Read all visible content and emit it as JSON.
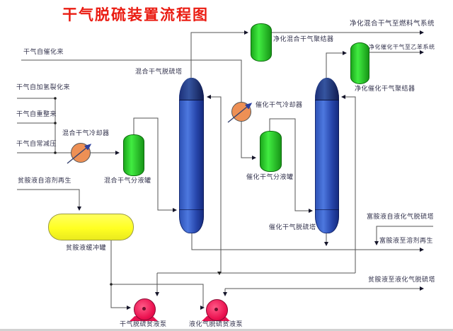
{
  "title": {
    "text": "干气脱硫装置流程图"
  },
  "colors": {
    "title_red": "#ea1c12",
    "line_gray": "#555555",
    "label_ink": "#33334d",
    "column_blue": "#2c50b4",
    "vessel_green": "#2bd42b",
    "drum_yellow": "#ffff33",
    "pump_magenta": "#ea0f4e",
    "cooler_orange": "#ee9055"
  },
  "inlet_streams": {
    "catalytic": {
      "label": "干气自催化来"
    },
    "hydrocracking": {
      "label": "干气自加氢裂化来"
    },
    "reforming": {
      "label": "干气自重整来"
    },
    "atm_vacuum": {
      "label": "干气自常减压"
    },
    "lean_amine_from_regen": {
      "label": "贫胺液自溶剂再生"
    },
    "rich_amine_from_lpg": {
      "label": "富胺液自液化气脱硫塔"
    }
  },
  "outlet_streams": {
    "fuel_gas": {
      "label": "净化混合干气至燃料气系统"
    },
    "ethylbenzene": {
      "label": "净化催化干气至乙苯系统"
    },
    "rich_amine_to_regen": {
      "label": "富胺液至溶剂再生"
    },
    "lean_amine_to_lpg": {
      "label": "贫胺液至液化气脱硫塔"
    }
  },
  "equipment": {
    "mixed_cooler": {
      "label": "混合干气冷却器"
    },
    "mixed_ko_drum": {
      "label": "混合干气分液罐"
    },
    "mixed_tower": {
      "label": "混合干气脱硫塔"
    },
    "mixed_coalescer": {
      "label": "净化混合干气聚结器"
    },
    "cat_cooler": {
      "label": "催化干气冷却器"
    },
    "cat_ko_drum": {
      "label": "催化干气分液罐"
    },
    "cat_tower": {
      "label": "催化干气脱硫塔"
    },
    "cat_coalescer": {
      "label": "净化催化干气聚结器"
    },
    "lean_buffer_drum": {
      "label": "贫胺液缓冲罐"
    },
    "drygas_lean_pump": {
      "label": "干气脱硫贫液泵"
    },
    "lpg_lean_pump": {
      "label": "液化气脱硫贫液泵"
    }
  }
}
